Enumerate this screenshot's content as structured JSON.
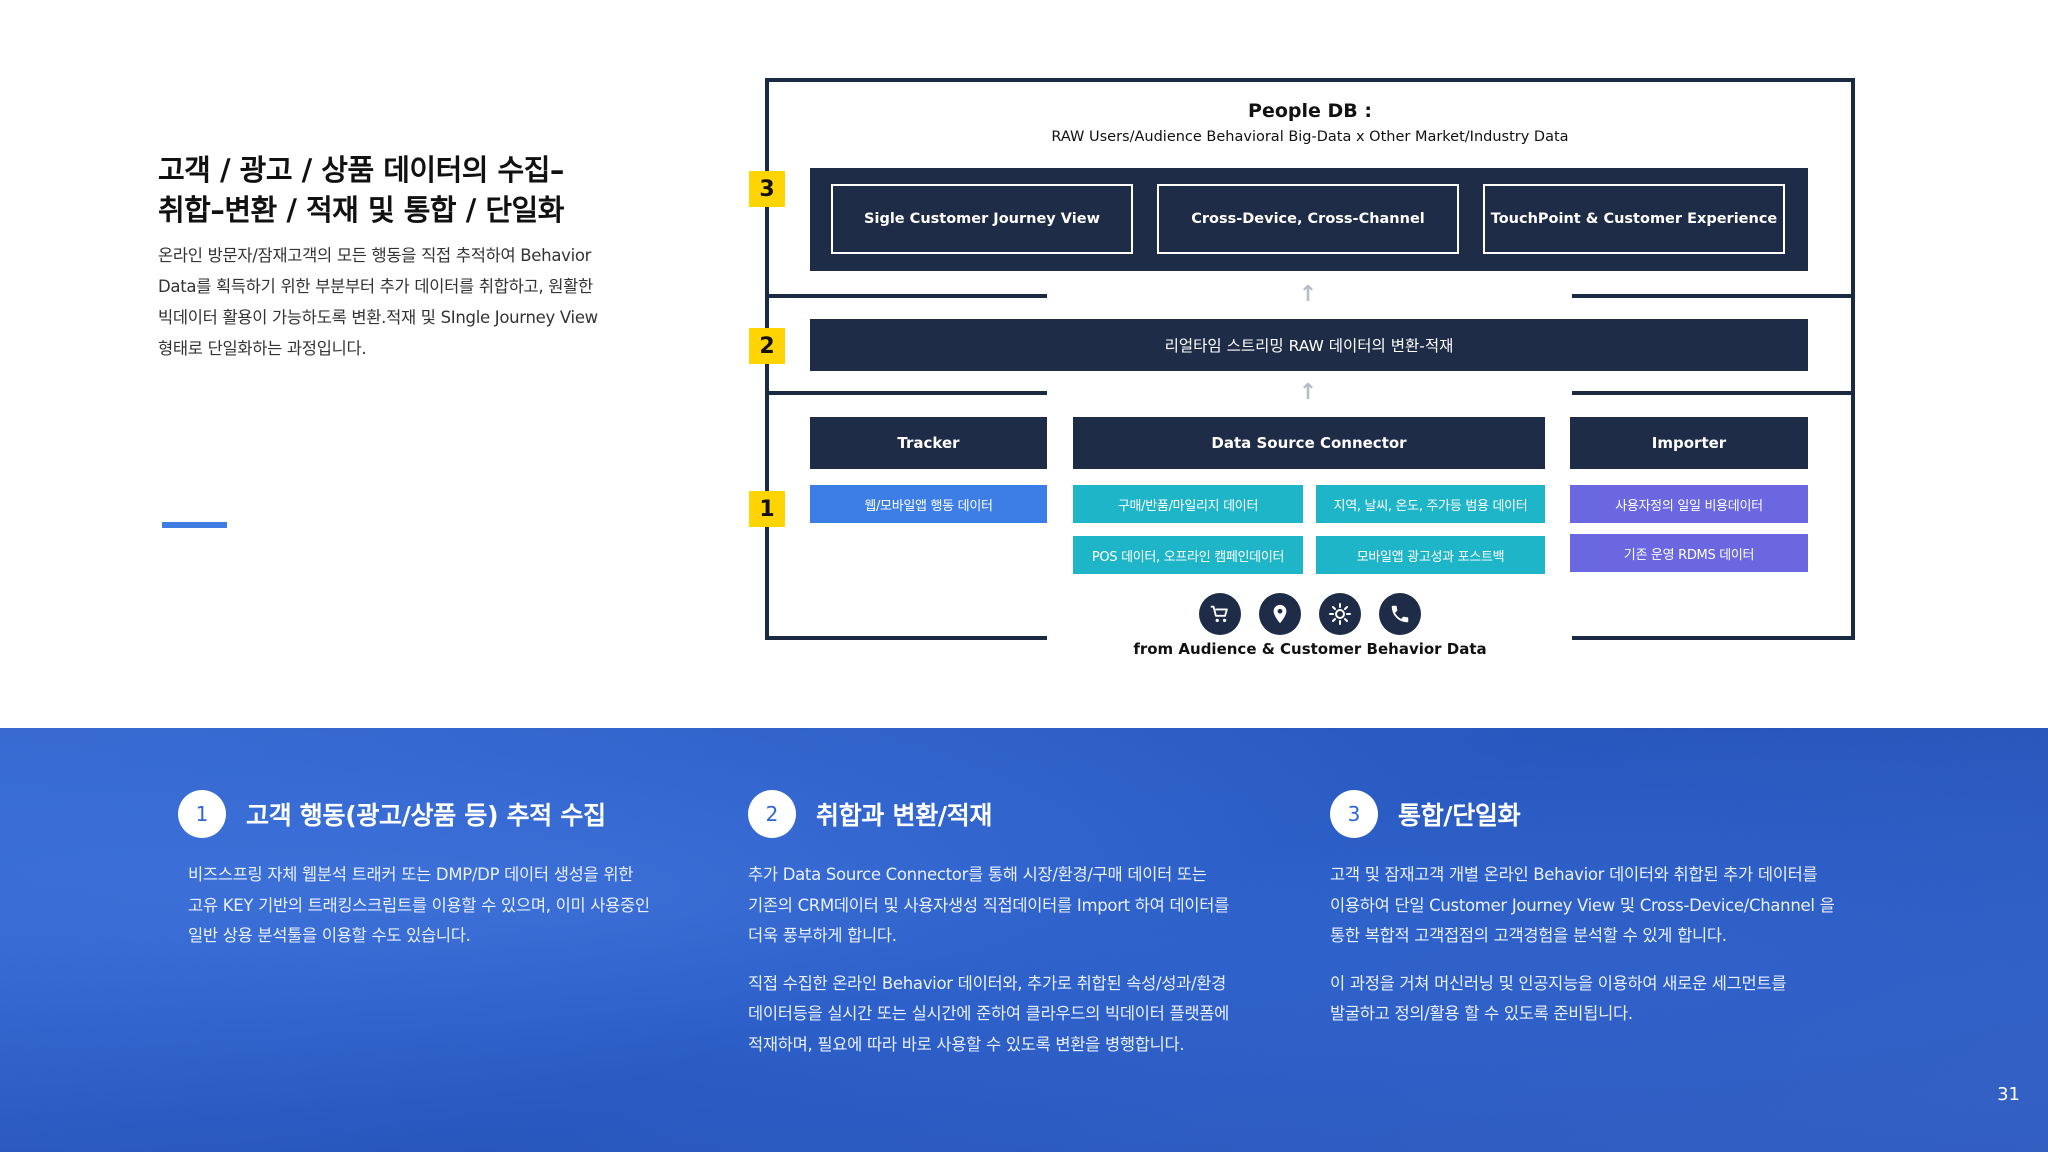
{
  "intro": {
    "title": "고객 / 광고 / 상품 데이터의 수집–\n취합–변환 / 적재 및 통합 / 단일화",
    "body": "온라인 방문자/잠재고객의 모든 행동을 직접 추적하여 Behavior\nData를 획득하기 위한 부분부터 추가 데이터를 취합하고, 원활한\n빅데이터 활용이 가능하도록 변환.적재 및 SIngle Journey View\n형태로 단일화하는 과정입니다."
  },
  "diagram": {
    "title": "People DB :",
    "subtitle": "RAW Users/Audience Behavioral Big-Data x Other Market/Industry Data",
    "levels": [
      "3",
      "2",
      "1"
    ],
    "level3_views": [
      "Sigle Customer Journey View",
      "Cross-Device, Cross-Channel",
      "TouchPoint & Customer Experience"
    ],
    "level2_label": "리얼타임 스트리밍 RAW 데이터의 변환-적재",
    "sources": {
      "tracker": {
        "label": "Tracker",
        "chips": [
          "웹/모바일앱 행동 데이터"
        ]
      },
      "connector": {
        "label": "Data Source Connector",
        "chips": [
          "구매/반품/마일리지 데이터",
          "지역, 날씨, 온도, 주가등 범용 데이터",
          "POS 데이터, 오프라인 캠페인데이터",
          "모바일앱 광고성과 포스트백"
        ]
      },
      "importer": {
        "label": "Importer",
        "chips": [
          "사용자정의 일일 비용데이터",
          "기존 운영 RDMS 데이터"
        ]
      }
    },
    "icons": [
      "cart-icon",
      "location-pin-icon",
      "gear-sun-icon",
      "phone-icon"
    ],
    "from_label": "from Audience & Customer Behavior Data",
    "colors": {
      "navy": "#1e2c47",
      "badge": "#ffd400",
      "blue_chip": "#3d7ee6",
      "teal_chip": "#1fb5c8",
      "purple_chip": "#6a67e0"
    }
  },
  "steps": [
    {
      "num": "1",
      "title": "고객 행동(광고/상품 등) 추적 수집",
      "paragraphs": [
        "비즈스프링 자체 웹분석 트래커 또는 DMP/DP 데이터 생성을 위한\n고유 KEY 기반의 트래킹스크립트를 이용할 수 있으며, 이미 사용중인\n일반 상용 분석툴을 이용할 수도 있습니다."
      ]
    },
    {
      "num": "2",
      "title": "취합과 변환/적재",
      "paragraphs": [
        "추가 Data Source Connector를 통해 시장/환경/구매 데이터 또는\n기존의 CRM데이터 및 사용자생성 직접데이터를 Import 하여 데이터를\n더욱 풍부하게 합니다.",
        "직접 수집한 온라인 Behavior 데이터와, 추가로 취합된 속성/성과/환경\n데이터등을 실시간 또는 실시간에 준하여 클라우드의 빅데이터 플랫폼에\n적재하며, 필요에 따라 바로 사용할 수 있도록 변환을 병행합니다."
      ]
    },
    {
      "num": "3",
      "title": "통합/단일화",
      "paragraphs": [
        "고객 및 잠재고객 개별 온라인 Behavior 데이터와 취합된 추가 데이터를\n이용하여 단일 Customer Journey View 및 Cross-Device/Channel 을\n통한 복합적 고객접점의 고객경험을 분석할 수 있게 합니다.",
        "이 과정을 거쳐 머신러닝 및 인공지능을 이용하여 새로운 세그먼트를\n발굴하고 정의/활용 할 수 있도록 준비됩니다."
      ]
    }
  ],
  "page_number": "31"
}
